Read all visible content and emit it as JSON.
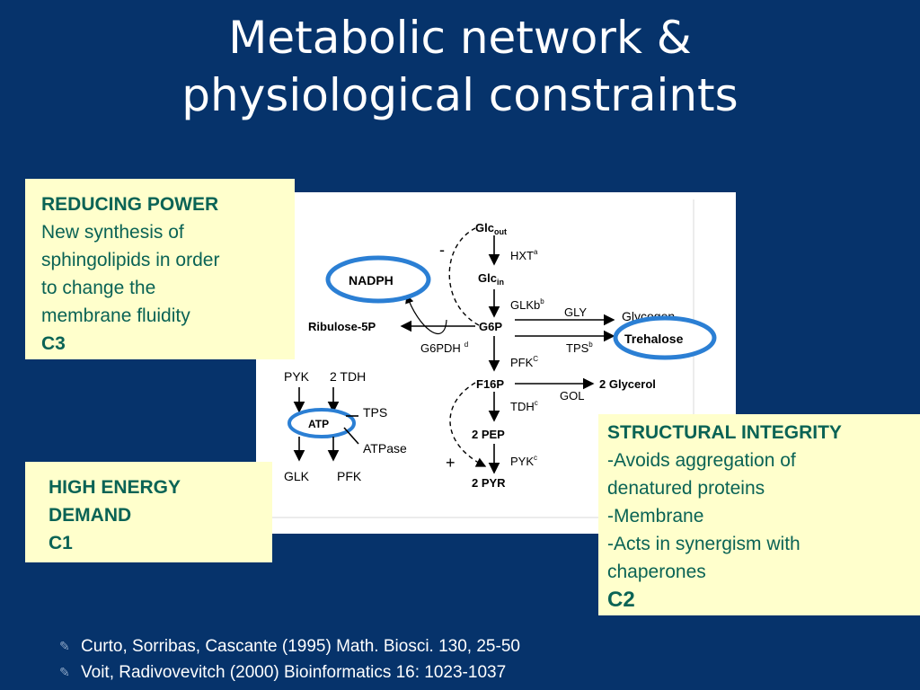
{
  "slide": {
    "title_line1": "Metabolic network &",
    "title_line2": "physiological constraints"
  },
  "boxes": {
    "reducing": {
      "heading": "REDUCING POWER",
      "lines": [
        "New synthesis of",
        "sphingolipids in order",
        "to change the",
        "membrane fluidity"
      ],
      "code": "C3"
    },
    "energy": {
      "lines": [
        "HIGH ENERGY",
        "DEMAND"
      ],
      "code": "C1"
    },
    "structural": {
      "heading": "STRUCTURAL INTEGRITY",
      "lines": [
        "-Avoids aggregation of",
        "denatured proteins",
        "-Membrane",
        "-Acts in synergism with",
        "chaperones"
      ],
      "code": "C2"
    }
  },
  "diagram": {
    "metabolites": {
      "glc_out": "Glc",
      "glc_out_sub": "out",
      "glc_in": "Glc",
      "glc_in_sub": "in",
      "g6p": "G6P",
      "f16p": "F16P",
      "pep": "2 PEP",
      "pyr": "2 PYR",
      "ribulose": "Ribulose-5P",
      "nadph": "NADPH",
      "glycogen": "Glycogen",
      "trehalose": "Trehalose",
      "glycerol": "2 Glycerol",
      "atp": "ATP"
    },
    "enzymes": {
      "hxt": "HXT",
      "hxt_sup": "a",
      "glk": "GLKb",
      "glk_sup": "b",
      "gly": "GLY",
      "g6pdh": "G6PDH",
      "g6pdh_sup": "d",
      "tps": "TPS",
      "tps_sup": "b",
      "pfk": "PFK",
      "pfk_sup": "C",
      "gol": "GOL",
      "tdh": "TDH",
      "tdh_sup": "c",
      "pyk": "PYK",
      "pyk_sup": "c"
    },
    "signs": {
      "minus": "-",
      "plus": "+"
    },
    "atp_legend": {
      "pyk": "PYK",
      "tdh": "2 TDH",
      "tps": "TPS",
      "atpase": "ATPase",
      "glk": "GLK",
      "pfk": "PFK"
    }
  },
  "references": [
    "Curto, Sorribas, Cascante (1995) Math. Biosci. 130, 25-50",
    "Voit, Radivovevitch (2000) Bioinformatics 16: 1023-1037"
  ],
  "colors": {
    "background": "#06336b",
    "box_fill": "#ffffcc",
    "box_text": "#0a6355",
    "highlight_ring": "#2b7fd4"
  }
}
